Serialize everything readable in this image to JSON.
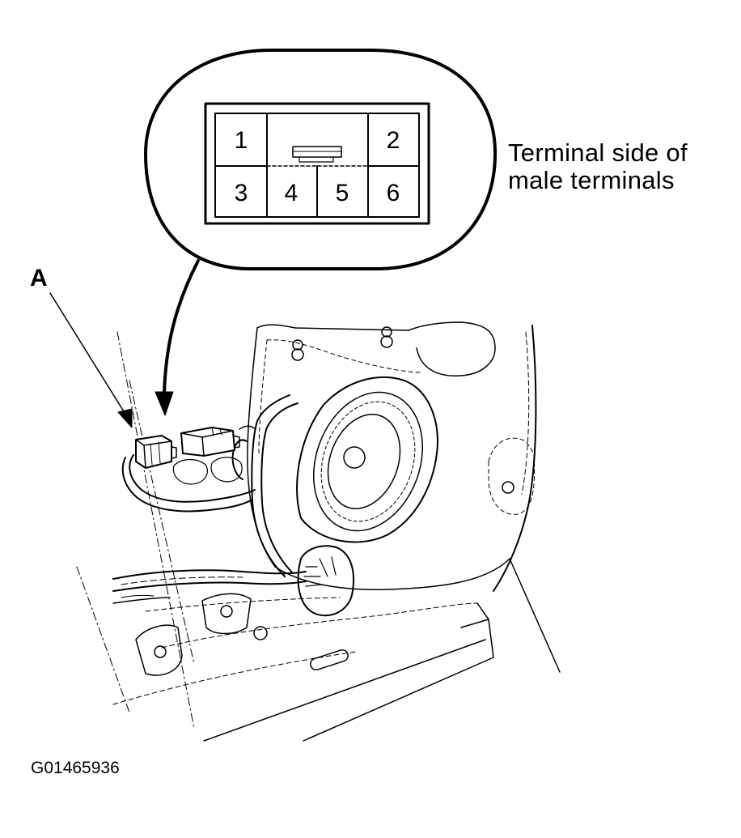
{
  "connector_view": {
    "caption_line1": "Terminal side of",
    "caption_line2": "male terminals",
    "pins": [
      "1",
      "2",
      "3",
      "4",
      "5",
      "6"
    ]
  },
  "callout": {
    "letter": "A"
  },
  "figure_id": "G01465936",
  "colors": {
    "ink": "#000000",
    "paper": "#ffffff"
  }
}
